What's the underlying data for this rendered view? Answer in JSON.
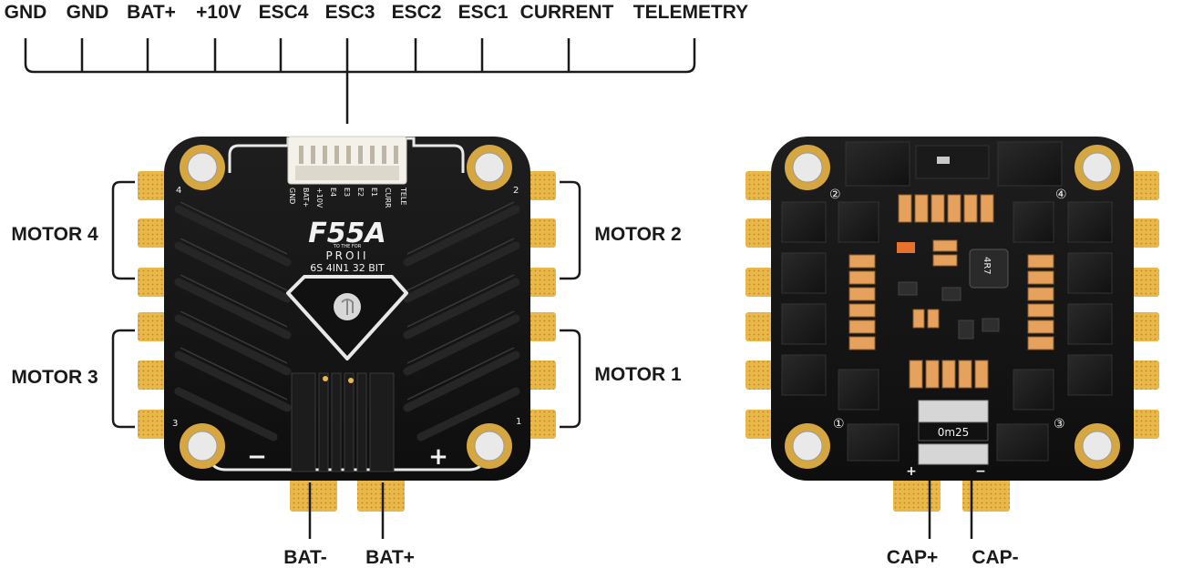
{
  "top_pins": {
    "gnd1": "GND",
    "gnd2": "GND",
    "bat_plus": "BAT+",
    "v10": "+10V",
    "esc4": "ESC4",
    "esc3": "ESC3",
    "esc2": "ESC2",
    "esc1": "ESC1",
    "current": "CURRENT",
    "telemetry": "TELEMETRY"
  },
  "motors": {
    "m4": "MOTOR 4",
    "m3": "MOTOR 3",
    "m2": "MOTOR 2",
    "m1": "MOTOR 1"
  },
  "bottom": {
    "bat_minus": "BAT-",
    "bat_plus": "BAT+",
    "cap_plus": "CAP+",
    "cap_minus": "CAP-"
  },
  "silkscreen": {
    "brand": "F55A",
    "model": "PROII",
    "spec": "6S 4IN1 32 BIT",
    "tagline": "TO THE FOR",
    "pin_labels": [
      "GND",
      "BAT+",
      "+10V",
      "E4",
      "E3",
      "E2",
      "E1",
      "CURR",
      "TELE"
    ],
    "corner_2": "2",
    "corner_4": "4",
    "corner_1": "1",
    "corner_3": "3",
    "minus_sign": "−",
    "plus_sign": "+",
    "shunt_value": "0m25",
    "inductor_value": "4R7",
    "back_circled": [
      "②",
      "④",
      "①",
      "③"
    ],
    "back_plus": "+",
    "back_minus": "−"
  },
  "colors": {
    "board": "#141414",
    "gold": "#d6a640",
    "pad": "#e9b848",
    "line": "#1a1a1a"
  }
}
